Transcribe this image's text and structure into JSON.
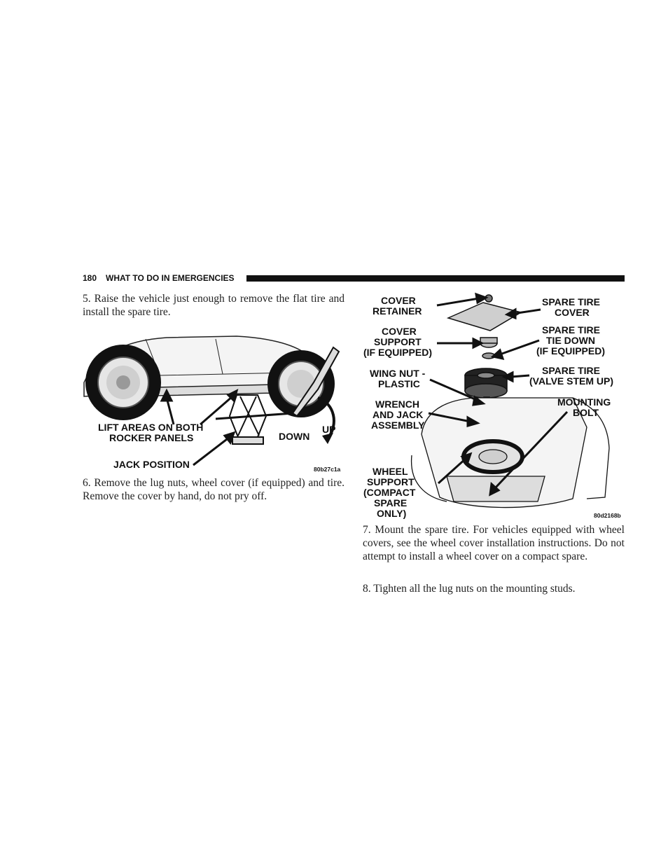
{
  "header": {
    "page_number": "180",
    "section_title": "WHAT TO DO IN EMERGENCIES"
  },
  "paragraphs": {
    "step5": "5. Raise the vehicle just enough to remove the flat tire and install the spare tire.",
    "step6": "6. Remove the lug nuts, wheel cover (if equipped) and tire. Remove the cover by hand, do not pry off.",
    "step7": "7. Mount the spare tire. For vehicles equipped with wheel covers, see the wheel cover installation instructions. Do not attempt to install a wheel cover on a compact spare.",
    "step8": "8. Tighten all the lug nuts on the mounting studs."
  },
  "figure_jack": {
    "label_lift_line1": "LIFT AREAS ON BOTH",
    "label_lift_line2": "ROCKER PANELS",
    "label_up": "UP",
    "label_down": "DOWN",
    "label_jack_position": "JACK POSITION",
    "code": "80b27c1a"
  },
  "figure_spare": {
    "cover_retainer": [
      "COVER",
      "RETAINER"
    ],
    "cover_support": [
      "COVER",
      "SUPPORT",
      "(IF EQUIPPED)"
    ],
    "wing_nut": [
      "WING NUT -",
      "PLASTIC"
    ],
    "wrench_jack": [
      "WRENCH",
      "AND JACK",
      "ASSEMBLY"
    ],
    "wheel_support": [
      "WHEEL",
      "SUPPORT",
      "(COMPACT",
      "SPARE",
      "ONLY)"
    ],
    "spare_tire_cover": [
      "SPARE TIRE",
      "COVER"
    ],
    "spare_tire_tie_down": [
      "SPARE TIRE",
      "TIE DOWN",
      "(IF EQUIPPED)"
    ],
    "spare_tire_valve": [
      "SPARE TIRE",
      "(VALVE STEM UP)"
    ],
    "mounting_bolt": [
      "MOUNTING",
      "BOLT"
    ],
    "code": "80d2168b"
  }
}
